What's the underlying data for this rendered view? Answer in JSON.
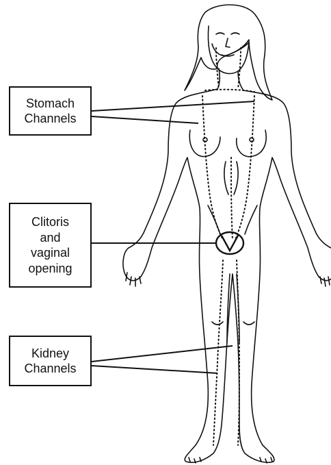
{
  "labels": {
    "stomach": [
      "Stomach",
      "Channels"
    ],
    "clitoris": [
      "Clitoris",
      "and",
      "vaginal",
      "opening"
    ],
    "kidney": [
      "Kidney",
      "Channels"
    ]
  },
  "colors": {
    "line": "#111111",
    "background": "#ffffff"
  }
}
